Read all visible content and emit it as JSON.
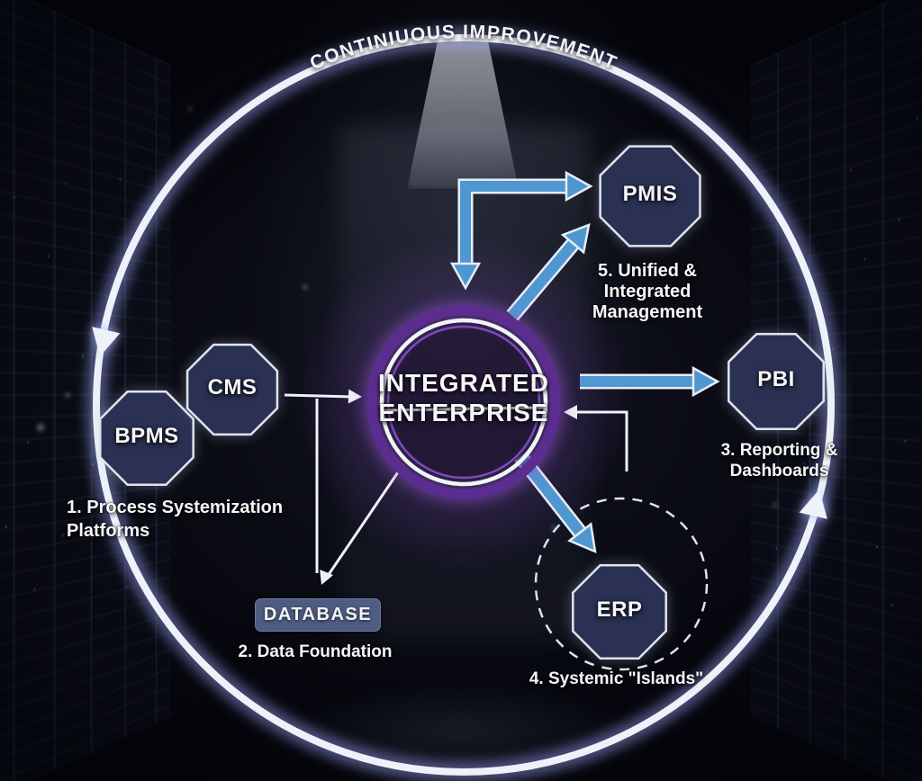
{
  "title": "CONTINIUOUS IMPROVEMENT",
  "center": {
    "line1": "INTEGRATED",
    "line2": "ENTERPRISE"
  },
  "nodes": {
    "bpms": "BPMS",
    "cms": "CMS",
    "pmis": "PMIS",
    "pbi": "PBI",
    "erp": "ERP",
    "database": "DATABASE"
  },
  "captions": {
    "process": {
      "line1": "1. Process Systemization",
      "line2": "Platforms"
    },
    "data_foundation": "2. Data Foundation",
    "reporting": {
      "line1": "3. Reporting &",
      "line2": "Dashboards"
    },
    "islands": "4. Systemic \"Islands\"",
    "unified": {
      "line1": "5. Unified &",
      "line2": "Integrated",
      "line3": "Management"
    }
  },
  "colors": {
    "arrow_blue": "#4f97d0",
    "node_fill": "#2a3152",
    "node_stroke": "#dfe4ee",
    "ring_purple": "#5c2d91",
    "cycle_white": "#eef1f7",
    "database_fill": "#566890"
  }
}
